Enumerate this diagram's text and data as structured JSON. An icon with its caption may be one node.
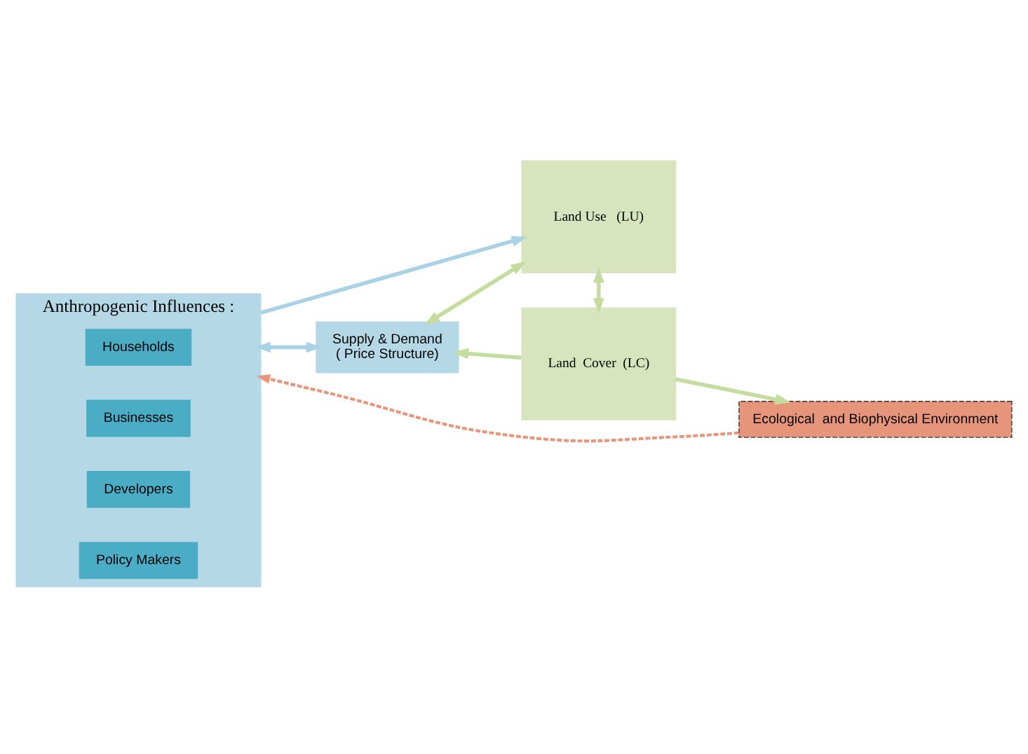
{
  "diagram": {
    "nodes": [
      {
        "text": [
          "Anthropogenic Influences :"
        ]
      },
      {
        "text": [
          "Households"
        ],
        "in": 0
      },
      {
        "text": [
          "Businesses"
        ],
        "in": 0
      },
      {
        "text": [
          "Developers"
        ],
        "in": 0
      },
      {
        "text": [
          "Policy Makers"
        ],
        "in": 0
      },
      {
        "text": [
          "Supply & Demand",
          "( Price Structure)"
        ]
      },
      {
        "text": [
          "Land Use   (LU)"
        ]
      },
      {
        "text": [
          "Land  Cover  (LC)"
        ]
      },
      {
        "text": [
          "Ecological  and Biophysical Environment"
        ]
      }
    ],
    "edges": [
      {
        "from": 0,
        "to": 5,
        "arrow": "both",
        "color": "#a9d3e5"
      },
      {
        "from": 5,
        "to": 6,
        "arrow": "both"
      },
      {
        "from": 0,
        "to": 6,
        "arrow": "to",
        "color": "#a9d3e5"
      },
      {
        "from": 6,
        "to": 7,
        "arrow": "both"
      },
      {
        "from": 7,
        "to": 5,
        "arrow": "to"
      },
      {
        "from": 7,
        "to": 8,
        "arrow": "to"
      },
      {
        "from": 8,
        "to": 0,
        "arrow": "to",
        "style": "dashed",
        "color": "#e8957a"
      }
    ]
  }
}
